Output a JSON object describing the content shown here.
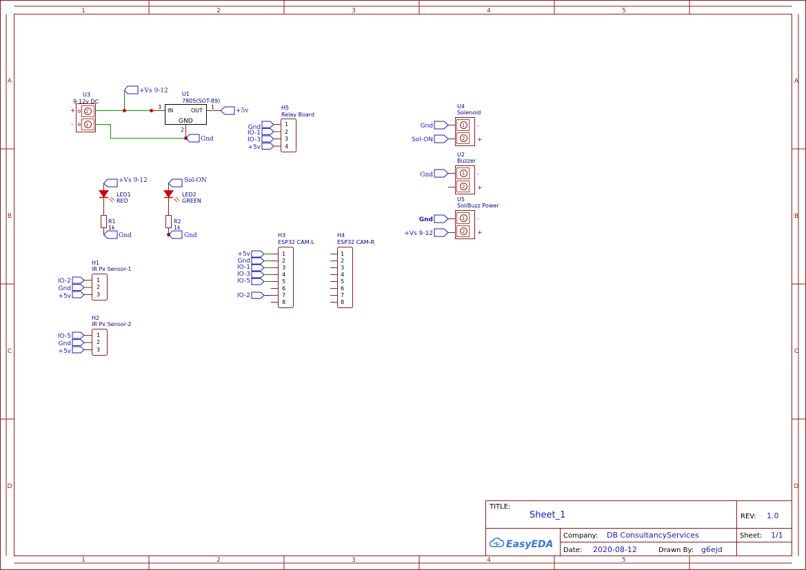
{
  "frame": {
    "columns": [
      "1",
      "2",
      "3",
      "4",
      "5"
    ],
    "rows": [
      "A",
      "B",
      "C",
      "D"
    ]
  },
  "components": {
    "U3": {
      "ref": "U3",
      "value": "9-12v DC",
      "plus": "+",
      "minus": "-"
    },
    "U1": {
      "ref": "U1",
      "value": "7805(SOT-89)",
      "in_label": "IN",
      "out_label": "OUT",
      "gnd_label": "GND",
      "pin_in": "3",
      "pin_out": "1",
      "pin_gnd": "2"
    },
    "H5": {
      "ref": "H5",
      "value": "Relay Board",
      "pins": [
        "1",
        "2",
        "3",
        "4"
      ],
      "nets": [
        "Gnd",
        "IO-1",
        "IO-3",
        "+5v"
      ]
    },
    "U4": {
      "ref": "U4",
      "value": "Solenoid",
      "nets": [
        "Gnd",
        "Sol-ON"
      ]
    },
    "U2": {
      "ref": "U2",
      "value": "Buzzer",
      "nets": [
        "Gnd"
      ]
    },
    "U5": {
      "ref": "U5",
      "value": "Sol/Buzz Power",
      "nets": [
        "Gnd",
        "+Vs 9-12"
      ]
    },
    "LED1": {
      "ref": "LED1",
      "value": "RED"
    },
    "LED2": {
      "ref": "LED2",
      "value": "GREEN"
    },
    "R1": {
      "ref": "R1",
      "value": "1k"
    },
    "R2": {
      "ref": "R2",
      "value": "1k"
    },
    "H1": {
      "ref": "H1",
      "value": "IR Px Sensor-1",
      "pins": [
        "1",
        "2",
        "3"
      ],
      "nets": [
        "IO-2",
        "Gnd",
        "+5v"
      ]
    },
    "H2": {
      "ref": "H2",
      "value": "IR Px Sensor-2",
      "pins": [
        "1",
        "2",
        "3"
      ],
      "nets": [
        "IO-5",
        "Gnd",
        "+5v"
      ]
    },
    "H3": {
      "ref": "H3",
      "value": "ESP32 CAM-L",
      "pins": [
        "1",
        "2",
        "3",
        "4",
        "5",
        "6",
        "7",
        "8"
      ],
      "nets": [
        "+5v",
        "Gnd",
        "IO-1",
        "IO-3",
        "IO-5",
        "",
        "IO-2",
        ""
      ]
    },
    "H4": {
      "ref": "H4",
      "value": "ESP32 CAM-R",
      "pins": [
        "1",
        "2",
        "3",
        "4",
        "5",
        "6",
        "7",
        "8"
      ]
    }
  },
  "nets": {
    "vs_top": "+Vs 9-12",
    "v5_reg": "+5v",
    "gnd_reg": "Gnd",
    "led1_top": "+Vs 9-12",
    "led2_top": "Sol-ON",
    "r1_gnd": "Gnd",
    "r2_gnd": "Gnd"
  },
  "title_block": {
    "title_label": "TITLE:",
    "title": "Sheet_1",
    "rev_label": "REV:",
    "rev": "1.0",
    "logo": "EasyEDA",
    "company_label": "Company:",
    "company": "DB ConsultancyServices",
    "sheet_label": "Sheet:",
    "sheet": "1/1",
    "date_label": "Date:",
    "date": "2020-08-12",
    "drawn_label": "Drawn By:",
    "drawn": "g6ejd"
  },
  "colors": {
    "frame": "#8b1a1a",
    "wire": "#009900",
    "net": "#1a1ab4",
    "part": "#8b1a1a",
    "led": "#cc0000",
    "text": "#1a1ab4"
  }
}
